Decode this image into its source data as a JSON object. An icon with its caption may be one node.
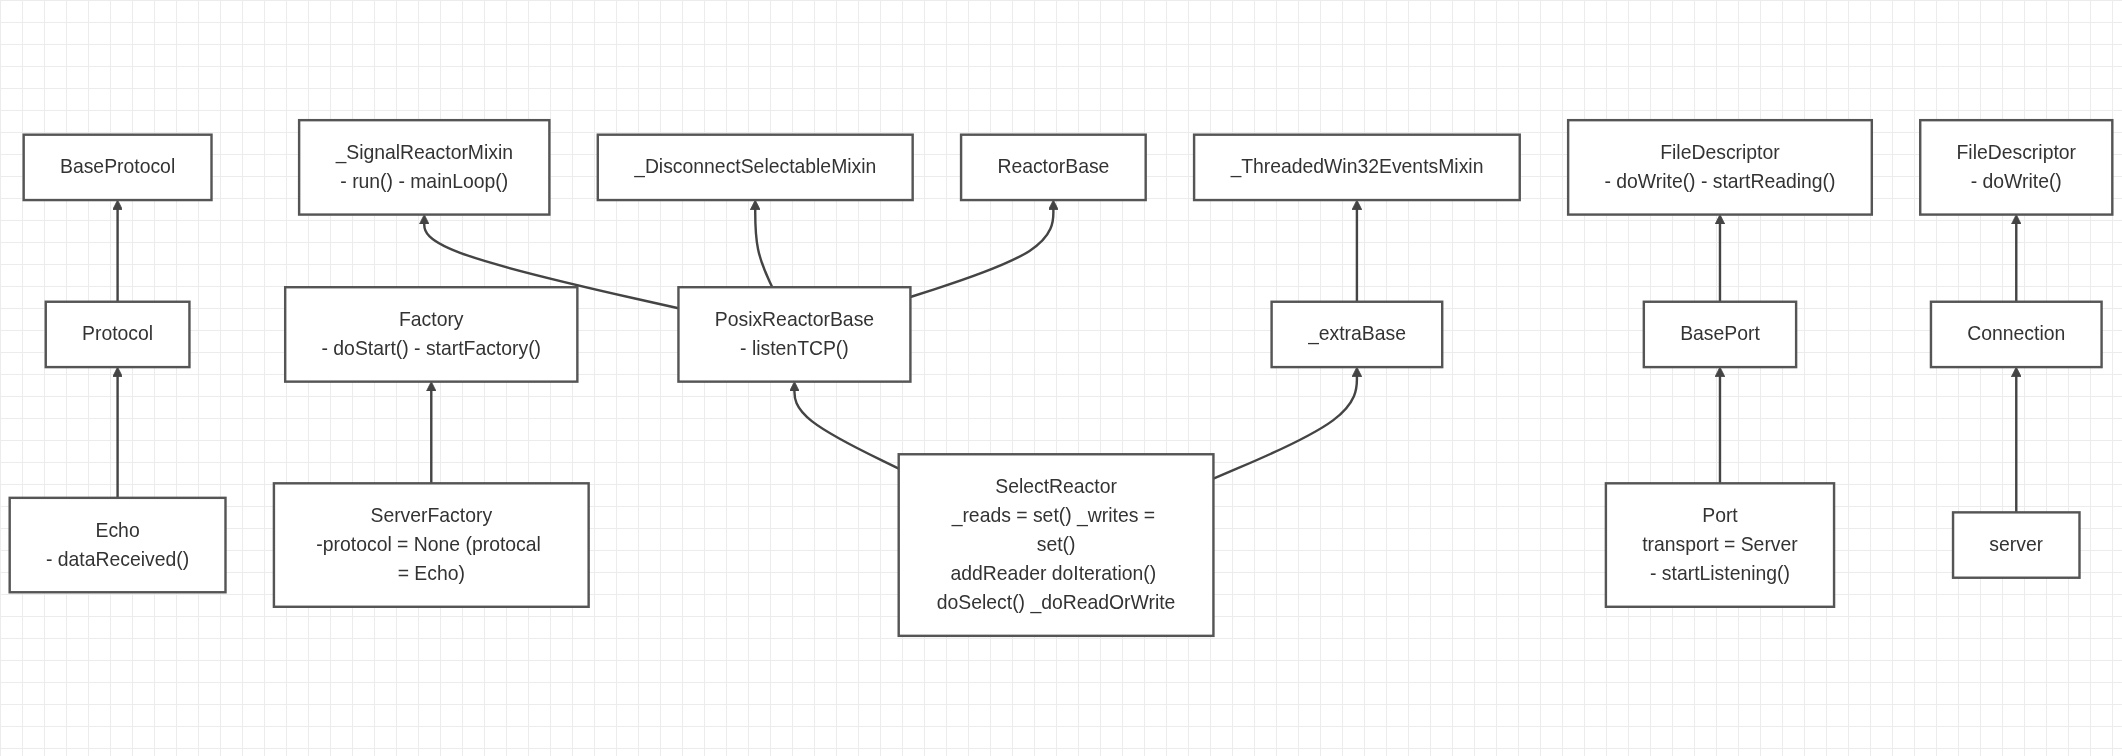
{
  "diagram": {
    "nodes": [
      {
        "text": [
          "BaseProtocol"
        ]
      },
      {
        "text": [
          "Protocol"
        ]
      },
      {
        "text": [
          "Echo",
          "- dataReceived()"
        ]
      },
      {
        "text": [
          "Factory",
          "- doStart() - startFactory()"
        ]
      },
      {
        "text": [
          "ServerFactory",
          "-protocol = None (protocal = Echo)"
        ]
      },
      {
        "text": [
          "_SignalReactorMixin",
          "- run() - mainLoop()"
        ]
      },
      {
        "text": [
          "_DisconnectSelectableMixin"
        ]
      },
      {
        "text": [
          "ReactorBase"
        ]
      },
      {
        "text": [
          "_ThreadedWin32EventsMixin"
        ]
      },
      {
        "text": [
          "PosixReactorBase",
          "- listenTCP()"
        ]
      },
      {
        "text": [
          "_extraBase"
        ]
      },
      {
        "text": [
          "SelectReactor",
          "_reads = set() _writes = set()",
          "addReader doIteration() doSelect() _doReadOrWrite"
        ]
      },
      {
        "text": [
          "FileDescriptor",
          "- doWrite() - startReading()"
        ]
      },
      {
        "text": [
          "BasePort"
        ]
      },
      {
        "text": [
          "Port",
          "transport = Server",
          "- startListening()"
        ]
      },
      {
        "text": [
          "FileDescriptor",
          "- doWrite()"
        ]
      },
      {
        "text": [
          "Connection"
        ]
      },
      {
        "text": [
          "server"
        ]
      }
    ],
    "edges": [
      {
        "from": 1,
        "to": 0,
        "arrow": "to"
      },
      {
        "from": 2,
        "to": 1,
        "arrow": "to"
      },
      {
        "from": 4,
        "to": 3,
        "arrow": "to"
      },
      {
        "from": 9,
        "to": 5,
        "arrow": "to"
      },
      {
        "from": 9,
        "to": 6,
        "arrow": "to"
      },
      {
        "from": 9,
        "to": 7,
        "arrow": "to"
      },
      {
        "from": 11,
        "to": 9,
        "arrow": "to"
      },
      {
        "from": 11,
        "to": 10,
        "arrow": "to"
      },
      {
        "from": 10,
        "to": 8,
        "arrow": "to"
      },
      {
        "from": 13,
        "to": 12,
        "arrow": "to"
      },
      {
        "from": 14,
        "to": 13,
        "arrow": "to"
      },
      {
        "from": 16,
        "to": 15,
        "arrow": "to"
      },
      {
        "from": 17,
        "to": 16,
        "arrow": "to"
      }
    ]
  }
}
